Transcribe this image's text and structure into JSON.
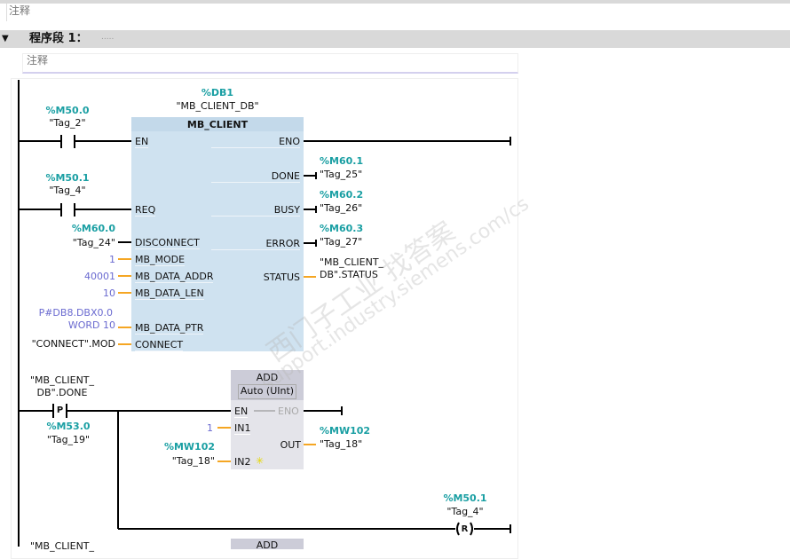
{
  "top_comment": "注释",
  "network": {
    "title": "程序段 1：",
    "number_title": "程序段",
    "number": "1：",
    "dots": ".....",
    "comment": "注释"
  },
  "mb_client": {
    "instance_address": "%DB1",
    "instance_name": "\"MB_CLIENT_DB\"",
    "title": "MB_CLIENT",
    "inputs": {
      "en": "EN",
      "req": "REQ",
      "disconnect": "DISCONNECT",
      "mb_mode": "MB_MODE",
      "mb_data_addr": "MB_DATA_ADDR",
      "mb_data_len": "MB_DATA_LEN",
      "mb_data_ptr": "MB_DATA_PTR",
      "connect": "CONNECT"
    },
    "outputs": {
      "eno": "ENO",
      "done": "DONE",
      "busy": "BUSY",
      "error": "ERROR",
      "status": "STATUS"
    },
    "operands": {
      "en_addr": "%M50.0",
      "en_tag": "\"Tag_2\"",
      "req_addr": "%M50.1",
      "req_tag": "\"Tag_4\"",
      "disconnect_addr": "%M60.0",
      "disconnect_tag": "\"Tag_24\"",
      "mb_mode": "1",
      "mb_data_addr": "40001",
      "mb_data_len": "10",
      "mb_data_ptr_1": "P#DB8.DBX0.0",
      "mb_data_ptr_2": "WORD 10",
      "connect": "\"CONNECT\".MOD",
      "done_addr": "%M60.1",
      "done_tag": "\"Tag_25\"",
      "busy_addr": "%M60.2",
      "busy_tag": "\"Tag_26\"",
      "error_addr": "%M60.3",
      "error_tag": "\"Tag_27\"",
      "status_1": "\"MB_CLIENT_",
      "status_2": "DB\".STATUS"
    }
  },
  "add_block": {
    "title": "ADD",
    "type": "Auto (UInt)",
    "en": "EN",
    "eno": "ENO",
    "in1": "IN1",
    "in2": "IN2",
    "out": "OUT",
    "p_contact_label": "P",
    "p_tag_1": "\"MB_CLIENT_",
    "p_tag_2": "DB\".DONE",
    "p_edge_addr": "%M53.0",
    "p_edge_tag": "\"Tag_19\"",
    "in1_value": "1",
    "in2_addr": "%MW102",
    "in2_tag": "\"Tag_18\"",
    "out_addr": "%MW102",
    "out_tag": "\"Tag_18\""
  },
  "reset_coil": {
    "label": "R",
    "addr": "%M50.1",
    "tag": "\"Tag_4\""
  },
  "next_rung": {
    "tag_partial": "\"MB_CLIENT_",
    "block_title": "ADD"
  },
  "watermark": {
    "line1": "西门子工业 找答案",
    "line2": "support.industry.siemens.com/cs"
  }
}
